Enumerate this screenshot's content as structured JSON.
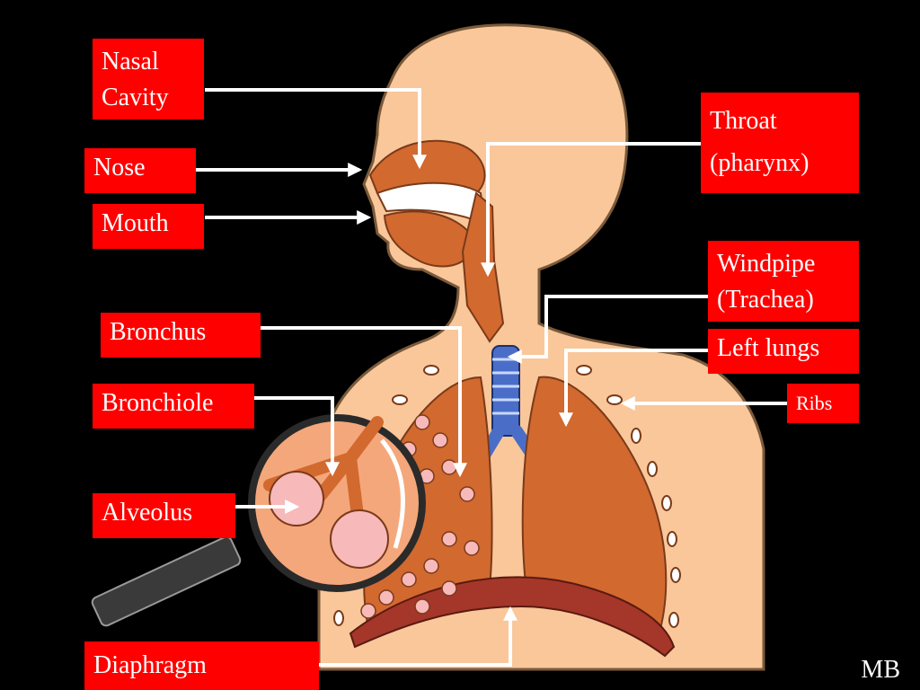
{
  "labels": {
    "nasal_cavity": [
      "Nasal",
      "Cavity"
    ],
    "nose": "Nose",
    "mouth": "Mouth",
    "throat": [
      "Throat",
      "(pharynx)"
    ],
    "windpipe": [
      "Windpipe",
      "(Trachea)"
    ],
    "left_lungs": "Left lungs",
    "ribs": "Ribs",
    "bronchus": "Bronchus",
    "bronchiole": "Bronchiole",
    "alveolus": "Alveolus",
    "diaphragm": "Diaphragm"
  },
  "credit": "MB",
  "colors": {
    "background": "#000000",
    "label_fill": "#ff0000",
    "label_text": "#ffffff",
    "skin": "#f9c79a",
    "lung": "#d2692f",
    "lung_shadow": "#b4501f",
    "trachea": "#4a6ec8",
    "alveoli": "#f7b9b9"
  }
}
